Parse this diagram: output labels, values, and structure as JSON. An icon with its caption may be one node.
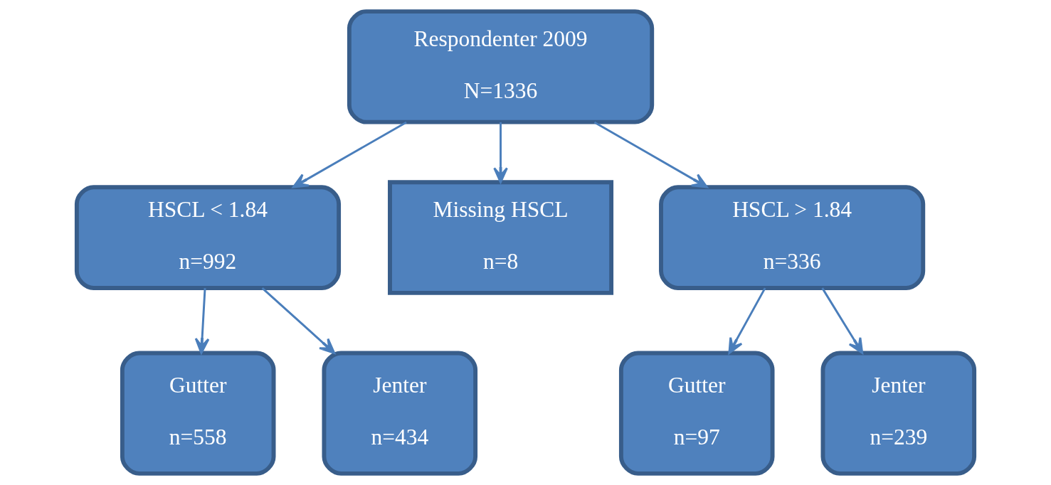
{
  "diagram": {
    "nodes": [
      {
        "text": [
          "Respondenter 2009",
          "N=1336"
        ]
      },
      {
        "text": [
          "HSCL < 1.84",
          "n=992"
        ]
      },
      {
        "text": [
          "Missing HSCL",
          "n=8"
        ]
      },
      {
        "text": [
          "HSCL > 1.84",
          "n=336"
        ]
      },
      {
        "text": [
          "Gutter",
          "n=558"
        ]
      },
      {
        "text": [
          "Jenter",
          "n=434"
        ]
      },
      {
        "text": [
          "Gutter",
          "n=97"
        ]
      },
      {
        "text": [
          "Jenter",
          "n=239"
        ]
      }
    ],
    "edges": [
      {
        "from": 0,
        "to": 1,
        "arrow": "to"
      },
      {
        "from": 0,
        "to": 2,
        "arrow": "to"
      },
      {
        "from": 0,
        "to": 3,
        "arrow": "to"
      },
      {
        "from": 1,
        "to": 4,
        "arrow": "to"
      },
      {
        "from": 1,
        "to": 5,
        "arrow": "to"
      },
      {
        "from": 3,
        "to": 6,
        "arrow": "to"
      },
      {
        "from": 3,
        "to": 7,
        "arrow": "to"
      }
    ]
  }
}
